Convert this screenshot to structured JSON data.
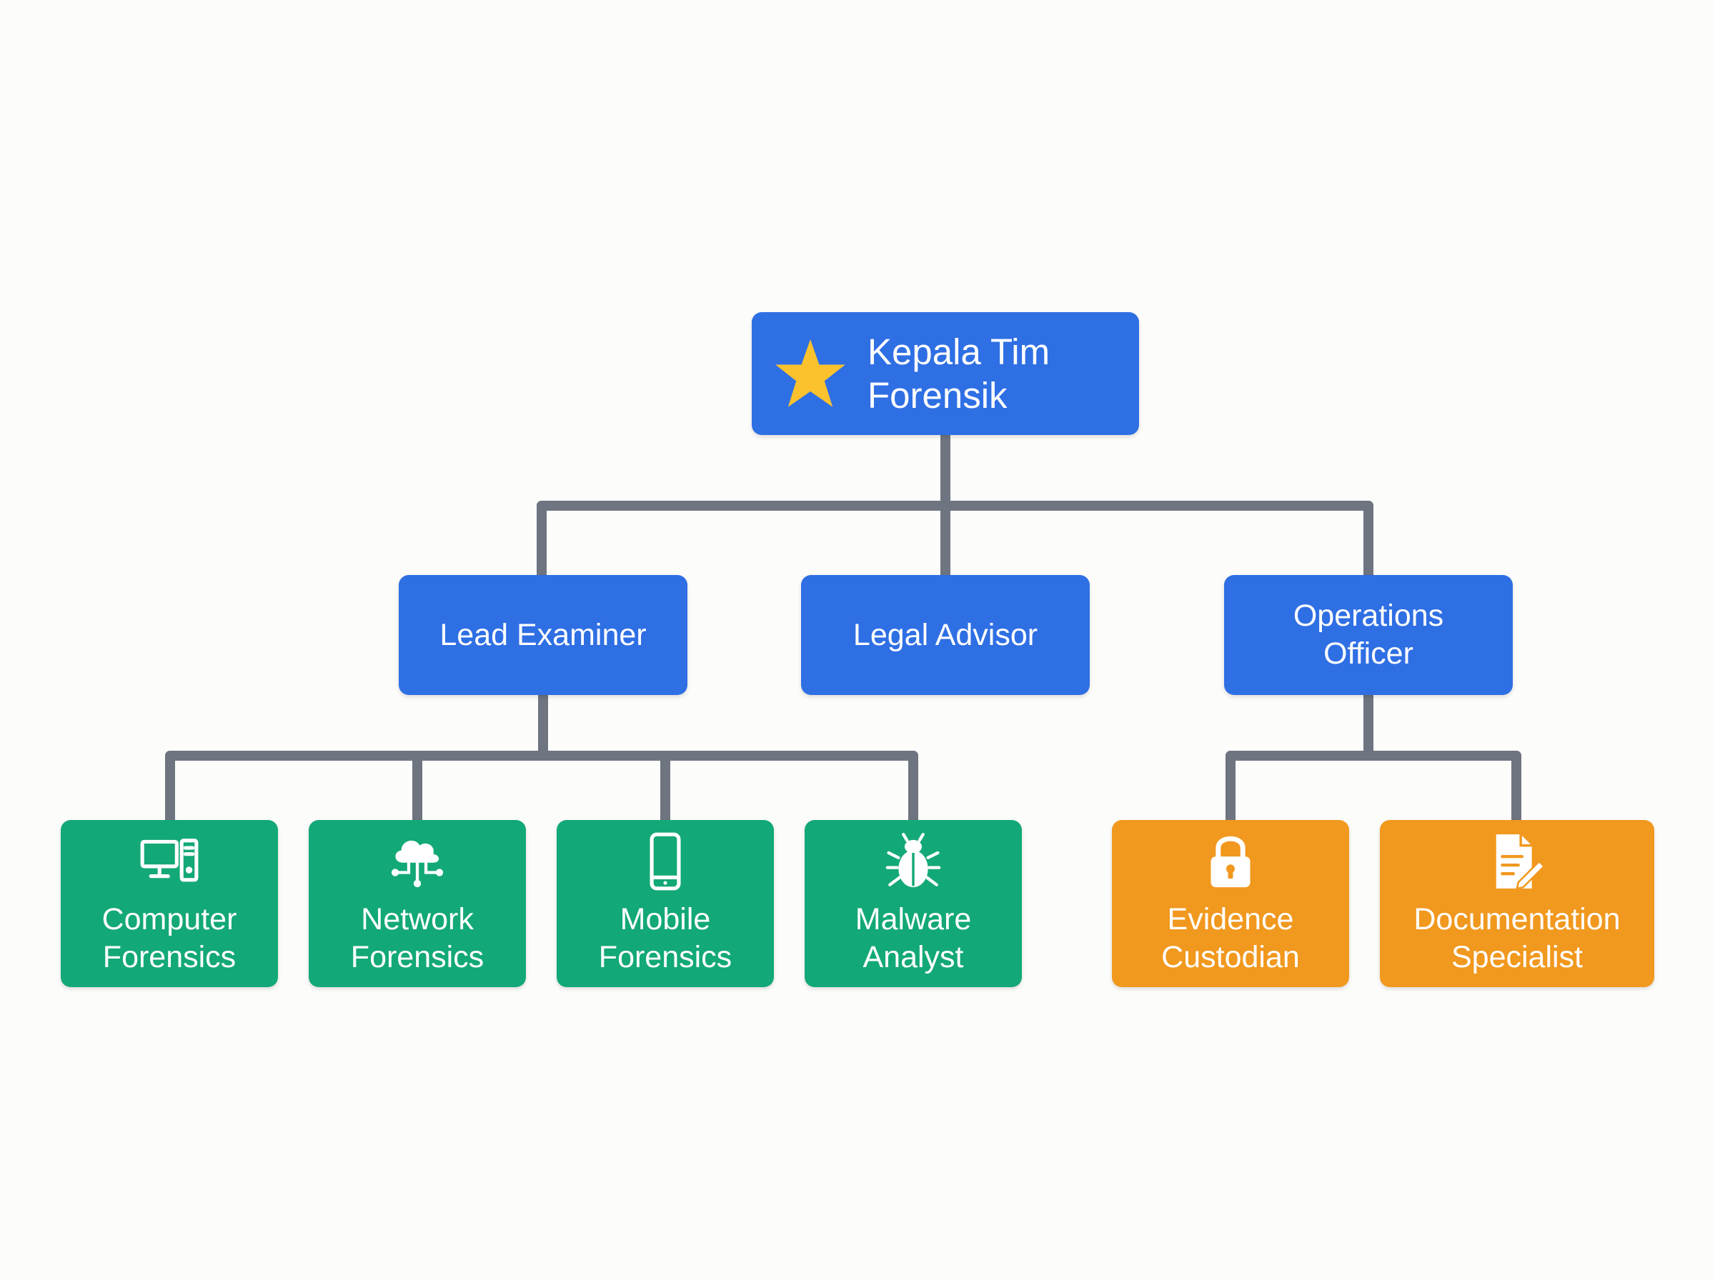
{
  "org_chart": {
    "root": {
      "label": "Kepala Tim Forensik",
      "icon": "star-icon"
    },
    "level1": [
      {
        "id": "lead-examiner",
        "label": "Lead Examiner"
      },
      {
        "id": "legal-advisor",
        "label": "Legal Advisor"
      },
      {
        "id": "operations-officer",
        "label": "Operations Officer"
      }
    ],
    "lead_examiner_team": [
      {
        "id": "computer-forensics",
        "label": "Computer Forensics",
        "icon": "computer-icon"
      },
      {
        "id": "network-forensics",
        "label": "Network Forensics",
        "icon": "cloud-network-icon"
      },
      {
        "id": "mobile-forensics",
        "label": "Mobile Forensics",
        "icon": "smartphone-icon"
      },
      {
        "id": "malware-analyst",
        "label": "Malware Analyst",
        "icon": "bug-icon"
      }
    ],
    "operations_team": [
      {
        "id": "evidence-custodian",
        "label": "Evidence Custodian",
        "icon": "lock-icon"
      },
      {
        "id": "documentation-specialist",
        "label": "Documentation Specialist",
        "icon": "document-edit-icon"
      }
    ]
  },
  "colors": {
    "blue": "#2f6fe4",
    "green": "#13a877",
    "orange": "#f1981e",
    "connector": "#6e7480",
    "star": "#fbc22d",
    "background": "#fcfcfa"
  }
}
